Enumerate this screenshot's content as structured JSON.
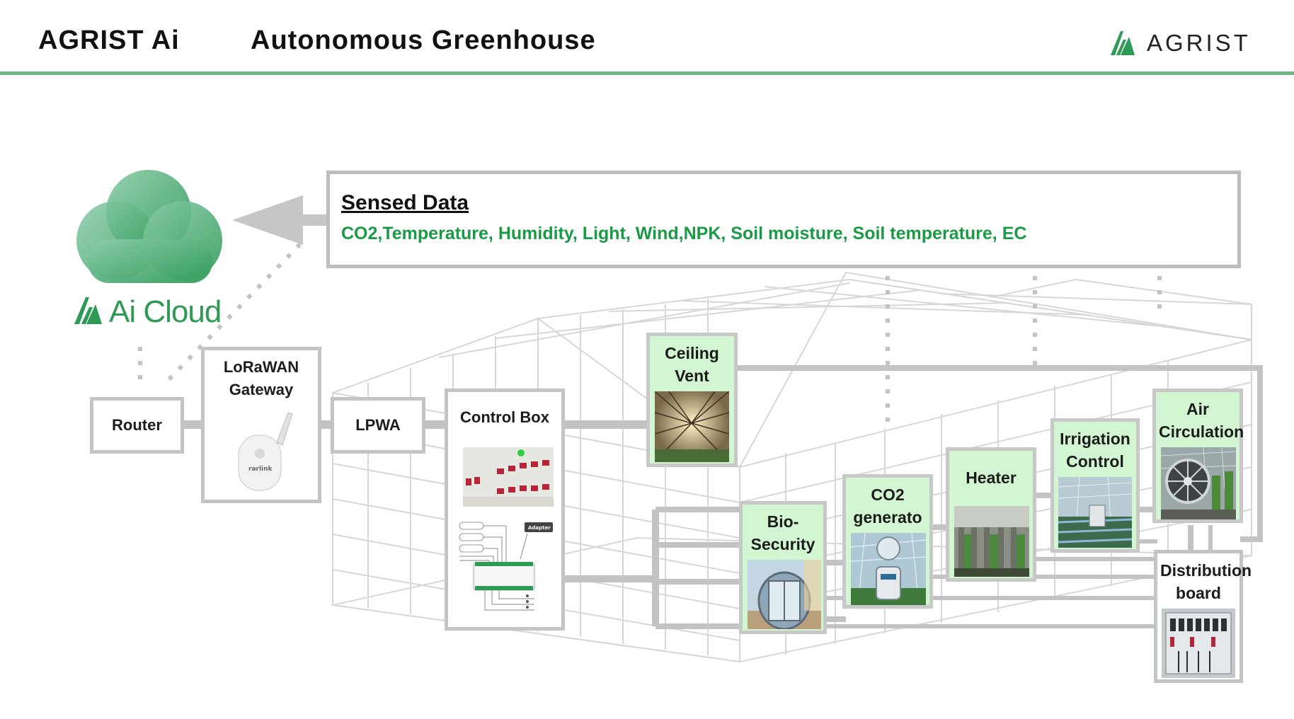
{
  "header": {
    "brand": "AGRIST  Ai",
    "subtitle": "Autonomous Greenhouse",
    "logo_text": "AGRIST"
  },
  "sensed": {
    "title": "Sensed Data",
    "items": "CO2,Temperature, Humidity, Light, Wind,NPK, Soil moisture, Soil temperature, EC"
  },
  "cloud": {
    "label": "Ai Cloud"
  },
  "nodes": {
    "router": "Router",
    "gateway_line1": "LoRaWAN",
    "gateway_line2": "Gateway",
    "lpwa": "LPWA",
    "control_box": "Control Box",
    "ceiling_vent_line1": "Ceiling",
    "ceiling_vent_line2": "Vent",
    "bio_security_line1": "Bio-",
    "bio_security_line2": "Security",
    "co2_line1": "CO2",
    "co2_line2": "generato",
    "heater": "Heater",
    "irrigation_line1": "Irrigation",
    "irrigation_line2": "Control",
    "air_circulation_line1": "Air",
    "air_circulation_line2": "Circulation",
    "distribution_line1": "Distribution",
    "distribution_line2": "board",
    "gateway_device_text": "rarlink",
    "adapter_label": "Adapter"
  },
  "colors": {
    "accent_green": "#6db684",
    "text_green": "#1a9a44",
    "cloud_green": "#3f9e62",
    "device_box_fill": "#d2f6d2",
    "border_gray": "#c4c4c4"
  }
}
